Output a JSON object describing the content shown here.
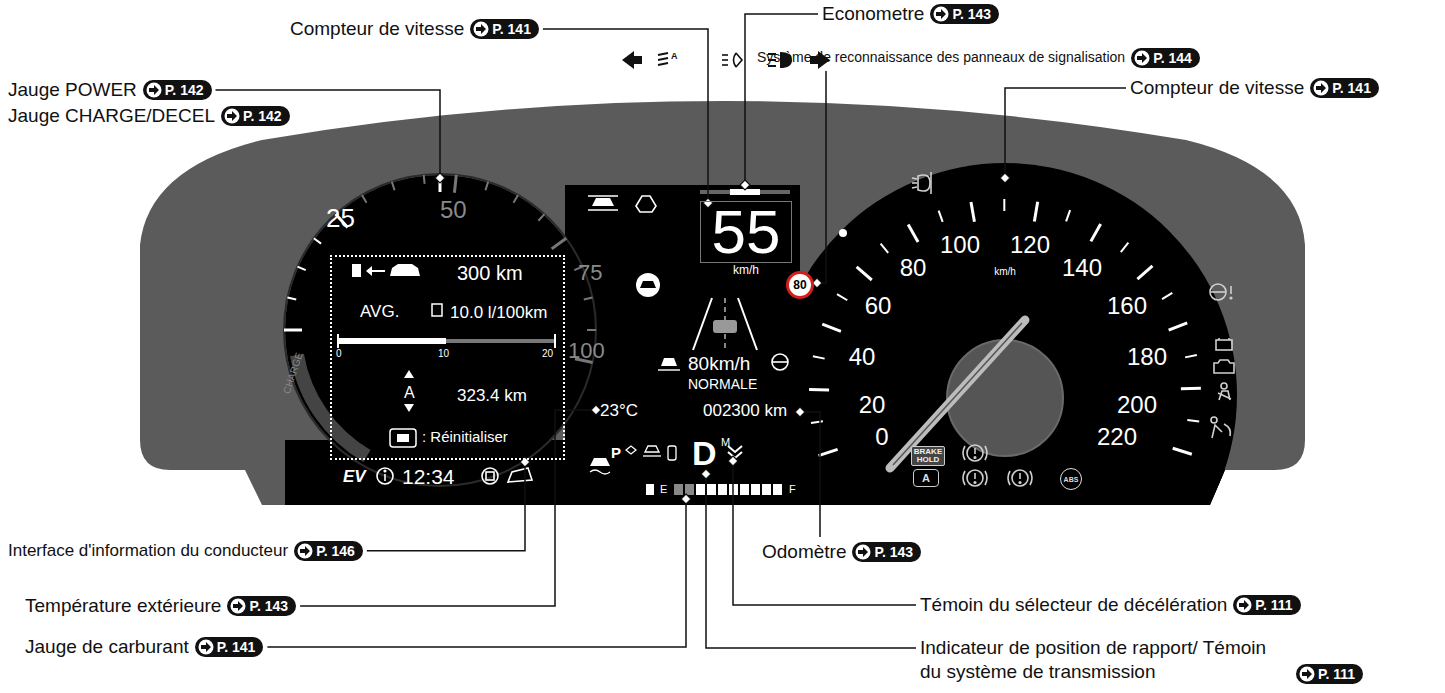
{
  "diagram": {
    "nodes": [
      {
        "text": [
          "Compteur de vitesse",
          "P. 141"
        ]
      },
      {
        "text": [
          "Econometre",
          "P. 143"
        ]
      },
      {
        "text": [
          "Système de reconnaissance des panneaux de signalisation",
          "P. 144"
        ]
      },
      {
        "text": [
          "Compteur de vitesse",
          "P. 141"
        ]
      },
      {
        "text": [
          "Jauge POWER",
          "P. 142"
        ]
      },
      {
        "text": [
          "Jauge CHARGE/DECEL",
          "P. 142"
        ]
      },
      {
        "text": [
          "Interface d'information du conducteur",
          "P. 146"
        ]
      },
      {
        "text": [
          "Odomètre",
          "P. 143"
        ]
      },
      {
        "text": [
          "Température extérieure",
          "P. 143"
        ]
      },
      {
        "text": [
          "Témoin du sélecteur de décélération",
          "P. 111"
        ]
      },
      {
        "text": [
          "Jauge de carburant",
          "P. 141"
        ]
      },
      {
        "text": [
          "Indicateur de position de rapport/ Témoin du système de transmission",
          "P. 111"
        ]
      },
      {
        "text": [
          "300 km",
          "AVG.",
          "10.0 l/100km",
          "0",
          "10",
          "20",
          "A",
          "323.4 km",
          ": Réinitialiser"
        ]
      },
      {
        "text": [
          "55"
        ]
      },
      {
        "text": [
          "80"
        ]
      },
      {
        "text": [
          "BRAKE HOLD"
        ]
      },
      {
        "text": [
          "A"
        ]
      },
      {
        "text": [
          "ABS"
        ]
      }
    ],
    "labels": [
      "25",
      "50",
      "75",
      "100",
      "CHARGE",
      "EV",
      "12:34",
      "km/h",
      "80km/h",
      "NORMALE",
      "23°C",
      "002300 km",
      "P",
      "D",
      "M",
      "E",
      "F",
      "100",
      "120",
      "km/h",
      "140",
      "160",
      "180",
      "200",
      "220",
      "80",
      "60",
      "40",
      "20",
      "0",
      "A"
    ]
  }
}
